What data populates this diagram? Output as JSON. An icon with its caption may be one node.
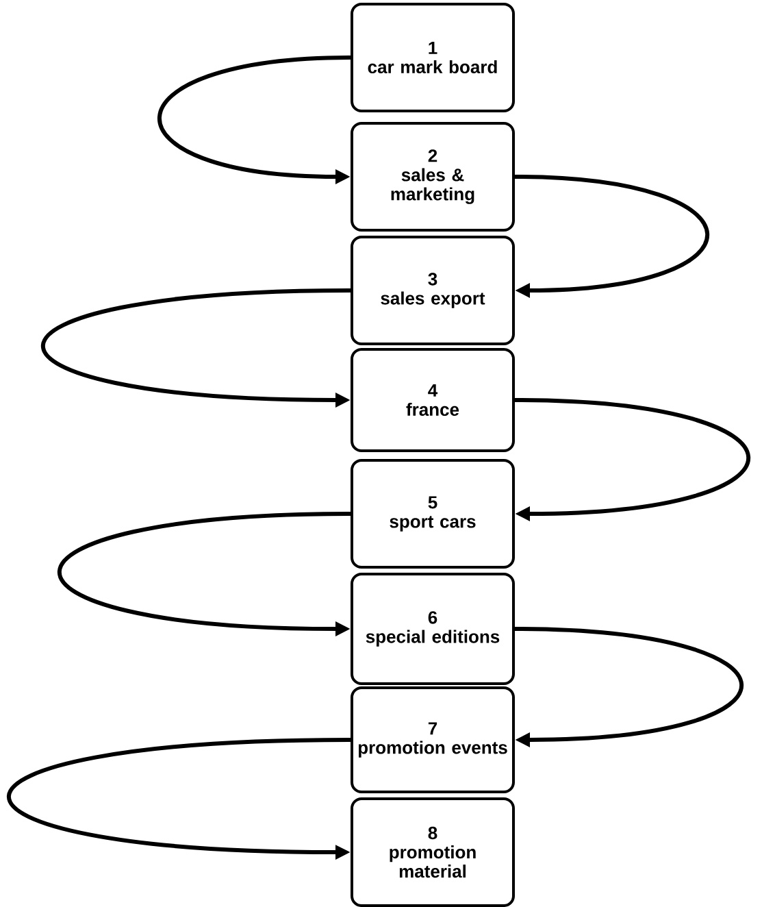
{
  "diagram": {
    "nodes": [
      {
        "text": [
          "1",
          "car mark board"
        ]
      },
      {
        "text": [
          "2",
          "sales & marketing"
        ]
      },
      {
        "text": [
          "3",
          "sales export"
        ]
      },
      {
        "text": [
          "4",
          "france"
        ]
      },
      {
        "text": [
          "5",
          "sport cars"
        ]
      },
      {
        "text": [
          "6",
          "special editions"
        ]
      },
      {
        "text": [
          "7",
          "promotion events"
        ]
      },
      {
        "text": [
          "8",
          "promotion material"
        ]
      }
    ],
    "edges": [
      {
        "from": 0,
        "to": 1,
        "arrow": "to"
      },
      {
        "from": 1,
        "to": 2,
        "arrow": "to"
      },
      {
        "from": 2,
        "to": 3,
        "arrow": "to"
      },
      {
        "from": 3,
        "to": 4,
        "arrow": "to"
      },
      {
        "from": 4,
        "to": 5,
        "arrow": "to"
      },
      {
        "from": 5,
        "to": 6,
        "arrow": "to"
      },
      {
        "from": 6,
        "to": 7,
        "arrow": "to"
      }
    ]
  }
}
